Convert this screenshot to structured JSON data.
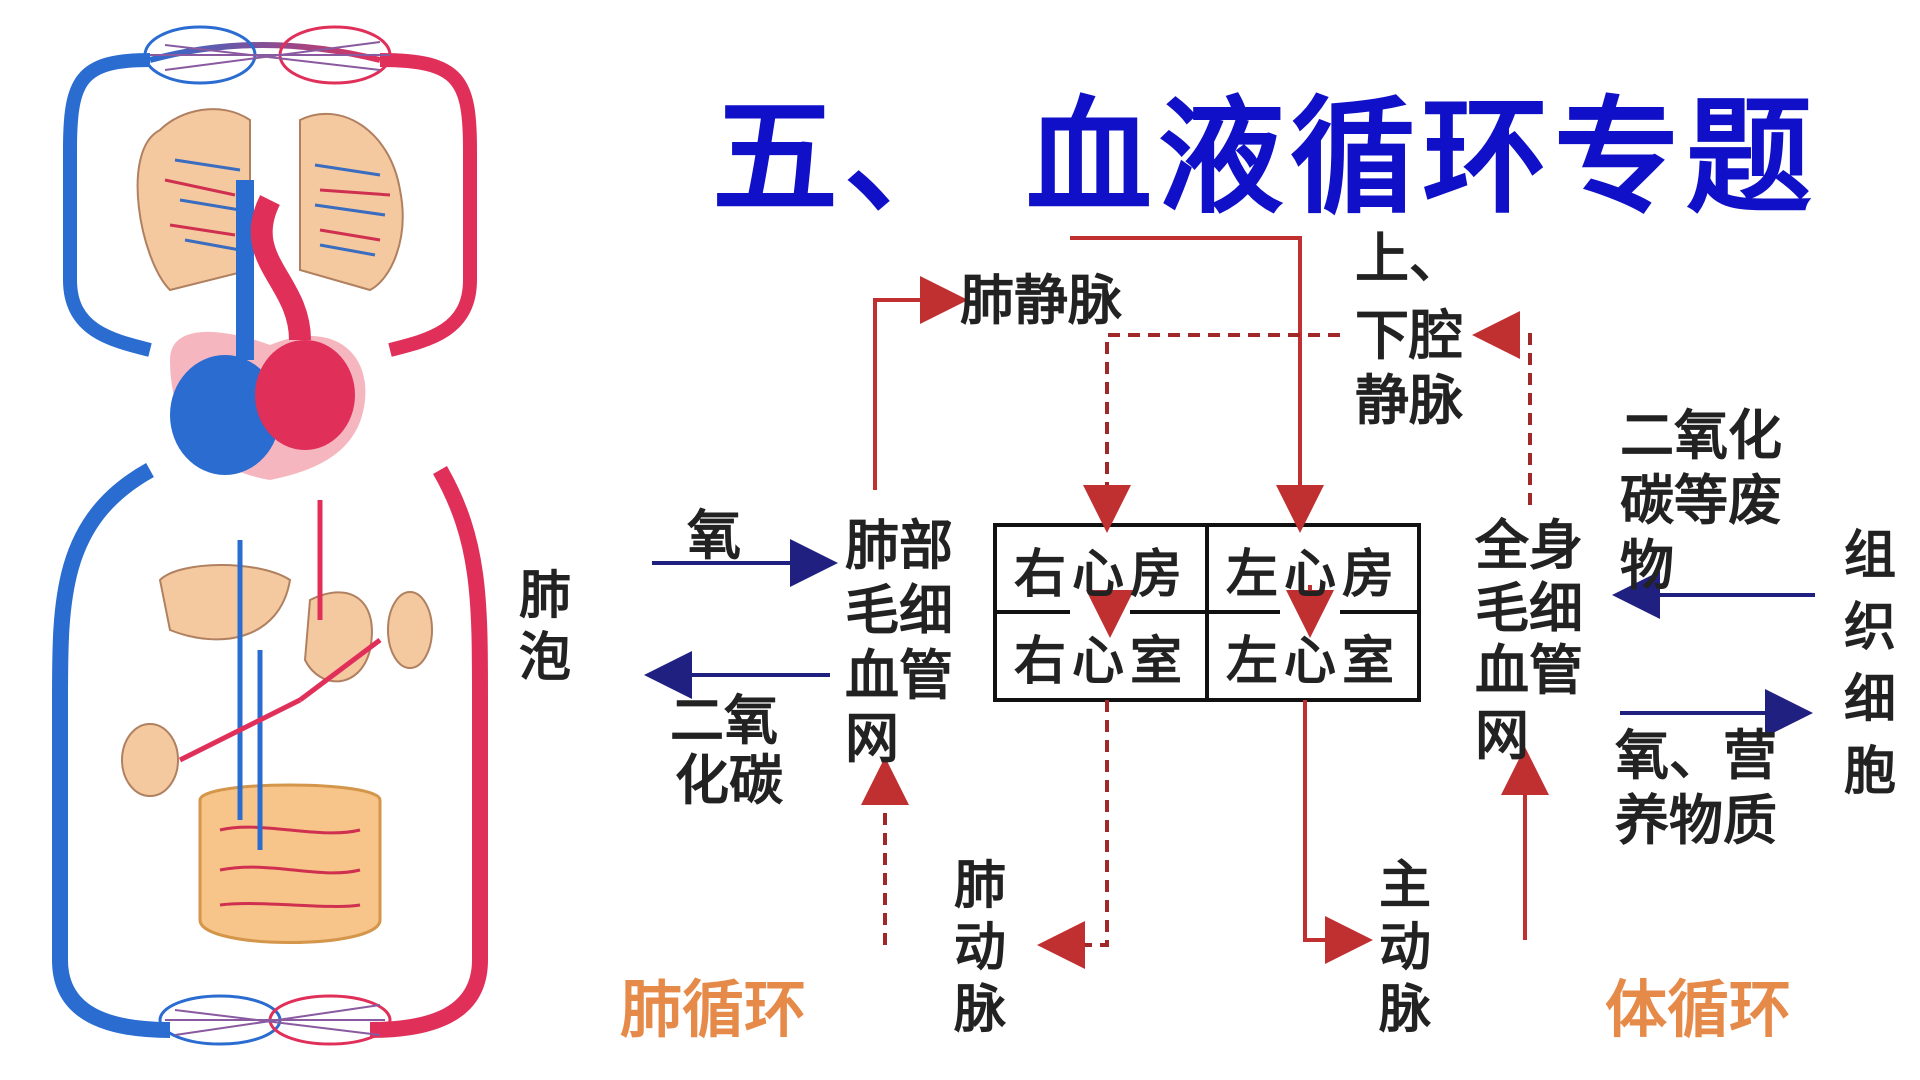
{
  "title": "五、  血液循环专题",
  "diagram": {
    "nodes": {
      "pulmonary_vein": "肺静脉",
      "vena_cava_1": "上、",
      "vena_cava_2": "下腔",
      "vena_cava_3": "静脉",
      "alveoli": "肺泡",
      "oxygen": "氧",
      "co2_1": "二氧",
      "co2_2": "化碳",
      "lung_capillary_1": "肺部",
      "lung_capillary_2": "毛细",
      "lung_capillary_3": "血管",
      "lung_capillary_4": "网",
      "right_atrium": "右心房",
      "left_atrium": "左心房",
      "right_ventricle": "右心室",
      "left_ventricle": "左心室",
      "body_capillary_1": "全身",
      "body_capillary_2": "毛细",
      "body_capillary_3": "血管",
      "body_capillary_4": "网",
      "waste_1": "二氧化",
      "waste_2": "碳等废",
      "waste_3": "物",
      "tissue_cells": "组织细胞",
      "nutrients_1": "氧、营",
      "nutrients_2": "养物质",
      "pulmonary_artery": "肺动脉",
      "aorta": "主动脉",
      "pulmonary_circulation": "肺循环",
      "systemic_circulation": "体循环"
    },
    "colors": {
      "title": "#1010c8",
      "arterial": "#c03030",
      "venous_dashed": "#a02828",
      "exchange_arrow": "#202080",
      "circulation_label": "#e68a4a"
    }
  }
}
